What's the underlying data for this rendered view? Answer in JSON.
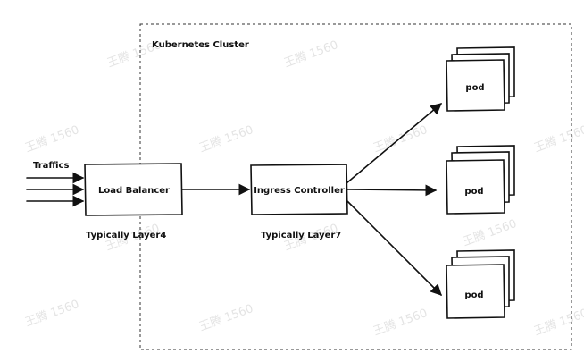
{
  "cluster": {
    "title": "Kubernetes Cluster"
  },
  "traffic": {
    "label": "Traffics"
  },
  "load_balancer": {
    "label": "Load Balancer",
    "caption": "Typically Layer4"
  },
  "ingress": {
    "label": "Ingress Controller",
    "caption": "Typically Layer7"
  },
  "pods": [
    {
      "label": "pod"
    },
    {
      "label": "pod"
    },
    {
      "label": "pod"
    }
  ],
  "watermark": {
    "text": "王腾 1560"
  }
}
